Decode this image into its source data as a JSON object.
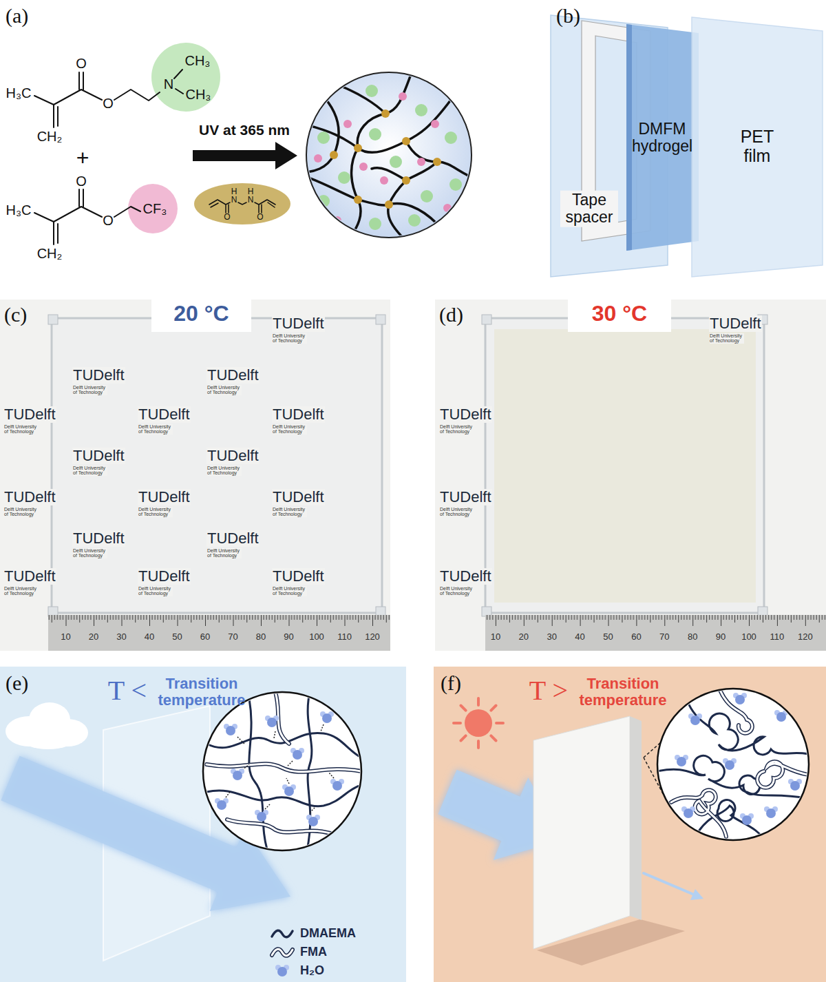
{
  "diagram": {
    "nodes": [
      {
        "text": [
          "20 °C"
        ]
      },
      {
        "text": [
          "30 °C"
        ]
      }
    ],
    "labels": [
      "(a)",
      "O",
      "O",
      "N",
      "CH₃",
      "CH₃",
      "H₃C",
      "CH₂",
      "+",
      "O",
      "O",
      "CF₃",
      "H₃C",
      "CH₂",
      "UV at 365 nm",
      "O",
      "O",
      "N",
      "H",
      "N",
      "H",
      "(b)",
      "DMFM hydrogel",
      "Tape spacer",
      "PET film",
      "(c)",
      "(d)",
      "(e)",
      "T <",
      "Transition temperature",
      "(f)",
      "T >",
      "Transition temperature",
      "10",
      "20",
      "30",
      "40",
      "50",
      "60",
      "70",
      "80",
      "90",
      "100",
      "110",
      "120",
      "10",
      "20",
      "30",
      "40",
      "50",
      "60",
      "70",
      "80",
      "90",
      "100",
      "110",
      "120",
      "TUDelft",
      "Delft University of Technology",
      "TUDelft",
      "Delft University of Technology",
      "TUDelft",
      "Delft University of Technology",
      "TUDelft",
      "Delft University of Technology",
      "TUDelft",
      "Delft University of Technology",
      "TUDelft",
      "Delft University of Technology",
      "TUDelft",
      "Delft University of Technology",
      "TUDelft",
      "Delft University of Technology",
      "TUDelft",
      "Delft University of Technology",
      "TUDelft",
      "Delft University of Technology",
      "TUDelft",
      "Delft University of Technology",
      "TUDelft",
      "Delft University of Technology",
      "TUDelft",
      "Delft University of Technology",
      "TUDelft",
      "Delft University of Technology",
      "TUDelft",
      "Delft University of Technology",
      "TUDelft",
      "Delft University of Technology",
      "TUDelft",
      "Delft University of Technology",
      "TUDelft",
      "Delft University of Technology",
      "TUDelft",
      "Delft University of Technology",
      "TUDelft",
      "Delft University of Technology"
    ],
    "legend": [
      {
        "text": "DMAEMA"
      },
      {
        "text": "FMA"
      },
      {
        "text": "H₂O"
      }
    ]
  }
}
